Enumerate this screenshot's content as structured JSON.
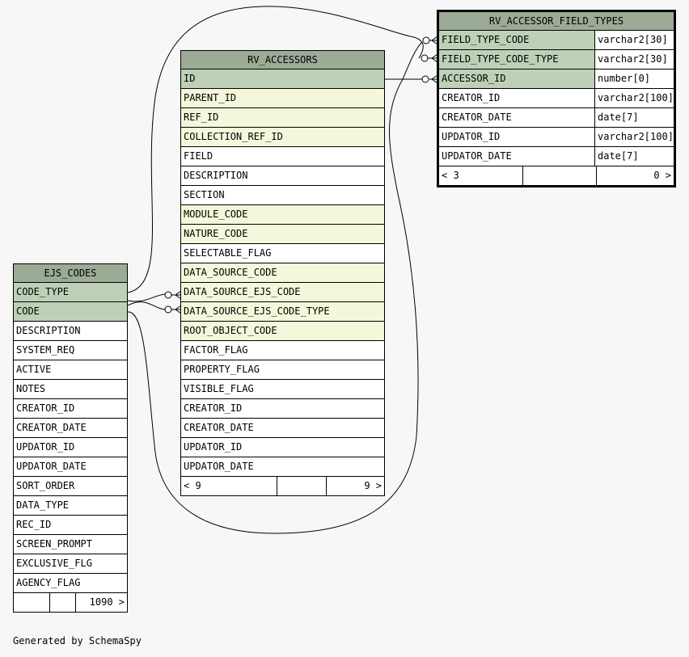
{
  "tables": {
    "rv_accessor_field_types": {
      "name": "RV_ACCESSOR_FIELD_TYPES",
      "columns": [
        {
          "name": "FIELD_TYPE_CODE",
          "type": "varchar2[30]",
          "kind": "pk"
        },
        {
          "name": "FIELD_TYPE_CODE_TYPE",
          "type": "varchar2[30]",
          "kind": "pk"
        },
        {
          "name": "ACCESSOR_ID",
          "type": "number[0]",
          "kind": "pk"
        },
        {
          "name": "CREATOR_ID",
          "type": "varchar2[100]",
          "kind": "plain"
        },
        {
          "name": "CREATOR_DATE",
          "type": "date[7]",
          "kind": "plain"
        },
        {
          "name": "UPDATOR_ID",
          "type": "varchar2[100]",
          "kind": "plain"
        },
        {
          "name": "UPDATOR_DATE",
          "type": "date[7]",
          "kind": "plain"
        }
      ],
      "footer": {
        "parents": "< 3",
        "rows": "",
        "children": "0 >"
      }
    },
    "rv_accessors": {
      "name": "RV_ACCESSORS",
      "columns": [
        {
          "name": "ID",
          "kind": "pk"
        },
        {
          "name": "PARENT_ID",
          "kind": "fk"
        },
        {
          "name": "REF_ID",
          "kind": "fk"
        },
        {
          "name": "COLLECTION_REF_ID",
          "kind": "fk"
        },
        {
          "name": "FIELD",
          "kind": "plain"
        },
        {
          "name": "DESCRIPTION",
          "kind": "plain"
        },
        {
          "name": "SECTION",
          "kind": "plain"
        },
        {
          "name": "MODULE_CODE",
          "kind": "fk"
        },
        {
          "name": "NATURE_CODE",
          "kind": "fk"
        },
        {
          "name": "SELECTABLE_FLAG",
          "kind": "plain"
        },
        {
          "name": "DATA_SOURCE_CODE",
          "kind": "fk"
        },
        {
          "name": "DATA_SOURCE_EJS_CODE",
          "kind": "fk"
        },
        {
          "name": "DATA_SOURCE_EJS_CODE_TYPE",
          "kind": "fk"
        },
        {
          "name": "ROOT_OBJECT_CODE",
          "kind": "fk"
        },
        {
          "name": "FACTOR_FLAG",
          "kind": "plain"
        },
        {
          "name": "PROPERTY_FLAG",
          "kind": "plain"
        },
        {
          "name": "VISIBLE_FLAG",
          "kind": "plain"
        },
        {
          "name": "CREATOR_ID",
          "kind": "plain"
        },
        {
          "name": "CREATOR_DATE",
          "kind": "plain"
        },
        {
          "name": "UPDATOR_ID",
          "kind": "plain"
        },
        {
          "name": "UPDATOR_DATE",
          "kind": "plain"
        }
      ],
      "footer": {
        "parents": "< 9",
        "rows": "",
        "children": "9 >"
      }
    },
    "ejs_codes": {
      "name": "EJS_CODES",
      "columns": [
        {
          "name": "CODE_TYPE",
          "kind": "pk"
        },
        {
          "name": "CODE",
          "kind": "pk"
        },
        {
          "name": "DESCRIPTION",
          "kind": "plain"
        },
        {
          "name": "SYSTEM_REQ",
          "kind": "plain"
        },
        {
          "name": "ACTIVE",
          "kind": "plain"
        },
        {
          "name": "NOTES",
          "kind": "plain"
        },
        {
          "name": "CREATOR_ID",
          "kind": "plain"
        },
        {
          "name": "CREATOR_DATE",
          "kind": "plain"
        },
        {
          "name": "UPDATOR_ID",
          "kind": "plain"
        },
        {
          "name": "UPDATOR_DATE",
          "kind": "plain"
        },
        {
          "name": "SORT_ORDER",
          "kind": "plain"
        },
        {
          "name": "DATA_TYPE",
          "kind": "plain"
        },
        {
          "name": "REC_ID",
          "kind": "plain"
        },
        {
          "name": "SCREEN_PROMPT",
          "kind": "plain"
        },
        {
          "name": "EXCLUSIVE_FLG",
          "kind": "plain"
        },
        {
          "name": "AGENCY_FLAG",
          "kind": "plain"
        }
      ],
      "footer": {
        "parents": "",
        "rows": "",
        "children": "1090 >"
      }
    }
  },
  "generated_by": "Generated by SchemaSpy",
  "colors": {
    "background": "#f7f7f7",
    "header": "#9bab96",
    "primary_key": "#bed1b8",
    "foreign_key": "#f4f7da"
  }
}
